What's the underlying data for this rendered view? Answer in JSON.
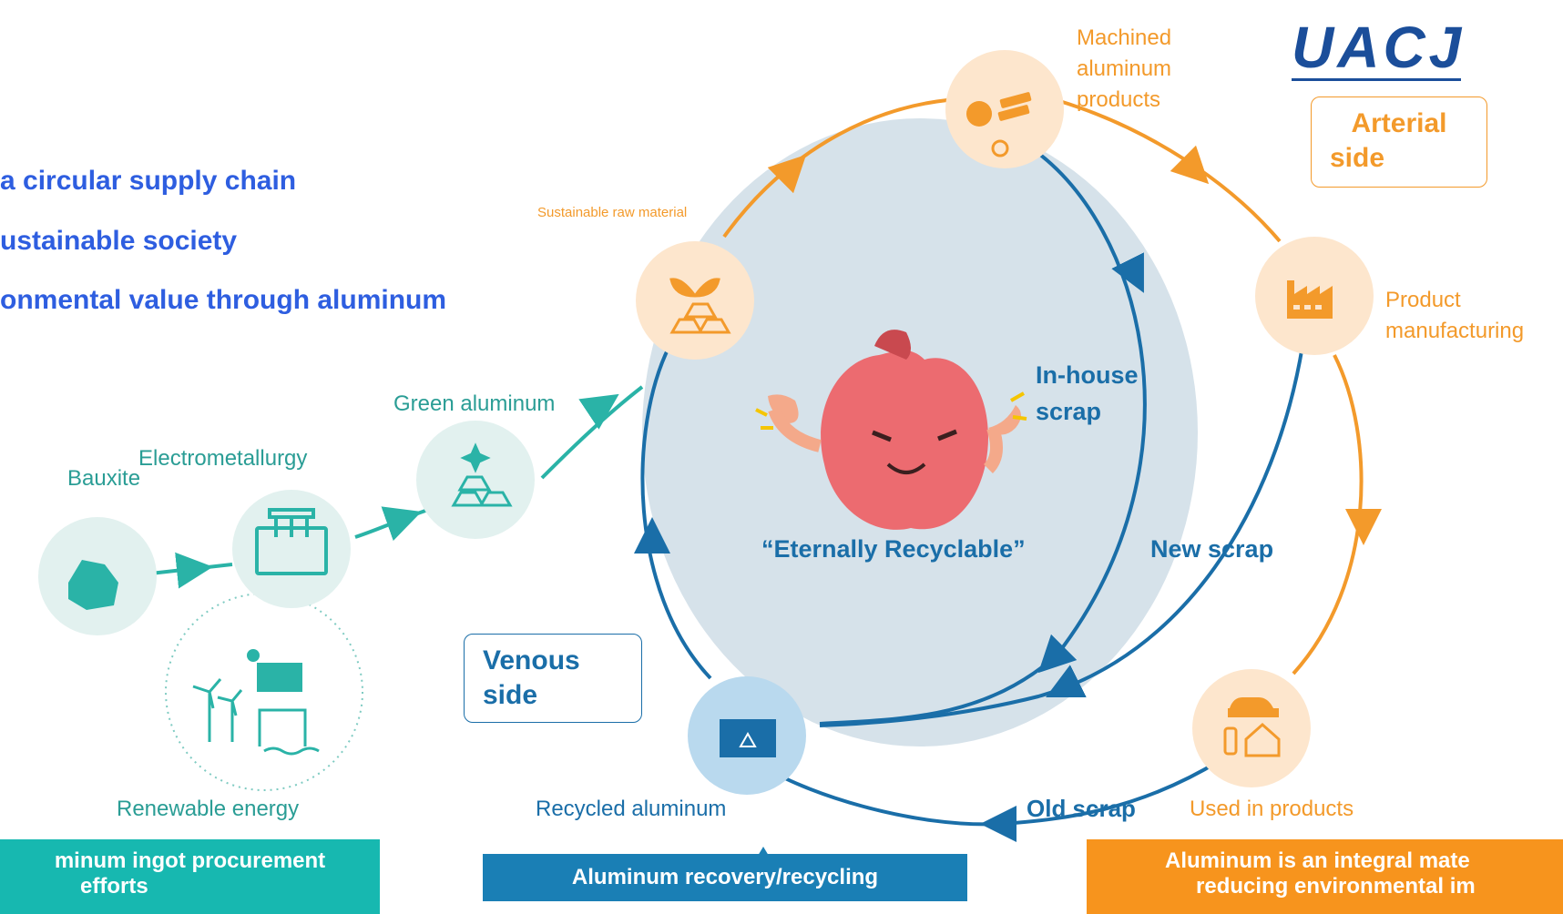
{
  "logo": {
    "text": "UACJ",
    "color": "#1b4e9a"
  },
  "headlines": [
    "a circular supply chain",
    "ustainable society",
    "onmental value through aluminum"
  ],
  "upstream": {
    "bauxite": "Bauxite",
    "electrometallurgy": "Electrometallurgy",
    "green_aluminum": "Green aluminum",
    "renewable_energy": "Renewable energy"
  },
  "cycle": {
    "sustainable_raw_material": "Sustainable raw material",
    "machined_products": [
      "Machined",
      "aluminum",
      "products"
    ],
    "product_manufacturing": [
      "Product",
      "manufacturing"
    ],
    "used_in_products": "Used in products",
    "recycled_aluminum": "Recycled aluminum",
    "in_house_scrap": [
      "In-house",
      "scrap"
    ],
    "new_scrap": "New scrap",
    "old_scrap": "Old scrap",
    "center_caption": "“Eternally Recyclable”"
  },
  "sides": {
    "arterial": [
      "Arterial",
      "side"
    ],
    "venous": [
      "Venous",
      "side"
    ]
  },
  "banners": {
    "procurement": [
      "minum ingot procurement",
      "efforts"
    ],
    "recycling": "Aluminum recovery/recycling",
    "integral": [
      "Aluminum is an integral mate",
      "reducing environmental im"
    ]
  },
  "colors": {
    "orange": "#f39a2b",
    "teal": "#2ab3a7",
    "blue": "#1a6ea8",
    "headline": "#2e5ee0",
    "banner_teal": "#17b8b0",
    "banner_blue": "#1a7fb5",
    "banner_orange": "#f7941d"
  }
}
